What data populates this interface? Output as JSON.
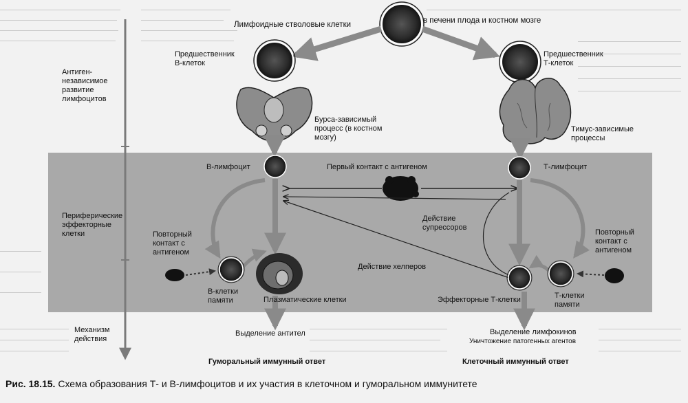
{
  "diagram": {
    "stem_cells": "Лимфоидные стволовые клетки",
    "stem_location": "в печени плода и костном мозге",
    "b_precursor": "Предшественник В-клеток",
    "t_precursor": "Предшественник Т-клеток",
    "antigen_independent": "Антиген-независимое развитие лимфоцитов",
    "bursa_process": "Бурса-зависимый процесс (в костном мозгу)",
    "thymus_process": "Тимус-зависимые процессы",
    "b_lymphocyte": "В-лимфоцит",
    "t_lymphocyte": "Т-лимфоцит",
    "first_contact": "Первый контакт с антигеном",
    "peripheral_cells": "Периферические эффекторные клетки",
    "suppressor_action": "Действие супрессоров",
    "helper_action": "Действие хелперов",
    "repeat_contact_left": "Повторный контакт с антигеном",
    "repeat_contact_right": "Повторный контакт с антигеном",
    "b_memory_cells": "В-клетки памяти",
    "plasma_cells": "Плазматические клетки",
    "effector_t_cells": "Эффекторные Т-клетки",
    "t_memory_cells": "Т-клетки памяти",
    "mechanism_of_action": "Механизм действия",
    "antibody_secretion": "Выделение антител",
    "lymphokine_secretion": "Выделение лимфокинов",
    "pathogen_destruction": "Уничтожение патогенных агентов",
    "humoral_response": "Гуморальный иммунный ответ",
    "cellular_response": "Клеточный иммунный ответ"
  },
  "caption": {
    "label": "Рис. 18.15.",
    "text": "Схема образования Т- и В-лимфоцитов и их участия в клеточном и гуморальном иммунитете"
  },
  "colors": {
    "band": "#a9a9a9",
    "arrow": "#8a8a8a",
    "cell_dark": "#2b2b2b",
    "organ": "#8c8c8c"
  }
}
